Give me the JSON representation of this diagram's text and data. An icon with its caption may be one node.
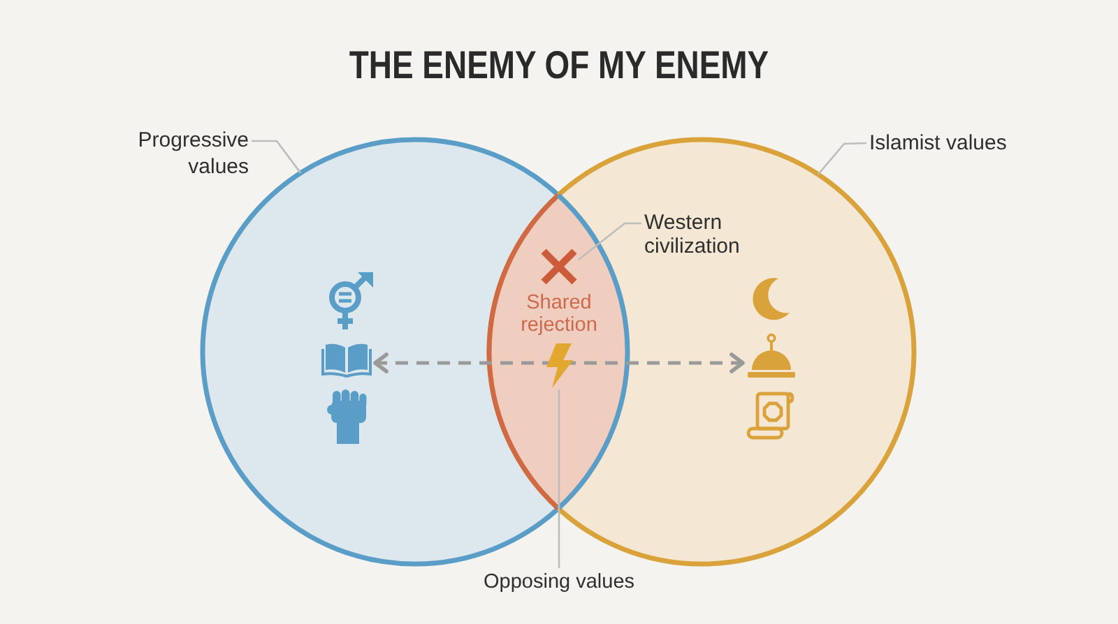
{
  "diagram": {
    "title": "THE ENEMY OF MY ENEMY",
    "nodes": [
      {
        "text": [
          "Progressive values"
        ]
      },
      {
        "text": [],
        "shape": "circle"
      },
      {
        "text": [
          "Islamist values"
        ]
      },
      {
        "text": [],
        "shape": "circle"
      },
      {
        "text": [
          "Shared rejection"
        ]
      },
      {
        "text": [],
        "shape": "picture",
        "in": 4
      },
      {
        "text": [
          "Western civilization"
        ],
        "in": 3
      },
      {
        "text": [],
        "shape": "picture",
        "in": 1
      },
      {
        "text": [],
        "shape": "picture",
        "in": 4
      },
      {
        "text": [],
        "shape": "picture",
        "in": 3
      },
      {
        "text": [
          "Opposing values"
        ]
      }
    ],
    "edges": [
      {
        "from": 0,
        "to": 1,
        "arrow": "none"
      },
      {
        "from": 2,
        "to": 3,
        "arrow": "none"
      },
      {
        "from": 6,
        "to": 5,
        "arrow": "none"
      },
      {
        "from": 7,
        "to": 9,
        "arrow": "both",
        "style": "dashed",
        "color": "#9a9a9a"
      },
      {
        "from": 10,
        "to": 8,
        "arrow": "none"
      }
    ]
  }
}
